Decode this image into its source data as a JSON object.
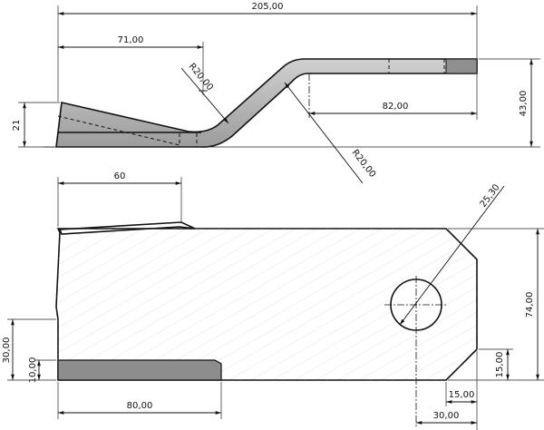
{
  "drawing": {
    "top_view": {
      "overall_length": "205,00",
      "bend_position": "71,00",
      "inner_radius": "R20,00",
      "outer_radius": "R20,00",
      "flat_length": "82,00",
      "total_height": "43,00",
      "blade_height": "21"
    },
    "plan_view": {
      "bevel_length": "60",
      "hole_diameter": "25,30",
      "width": "74,00",
      "slot_offset": "30,00",
      "slot_height": "10,00",
      "slot_length": "80,00",
      "chamfer_vertical": "15,00",
      "chamfer_horizontal": "15,00",
      "hole_offset": "30,00"
    }
  }
}
